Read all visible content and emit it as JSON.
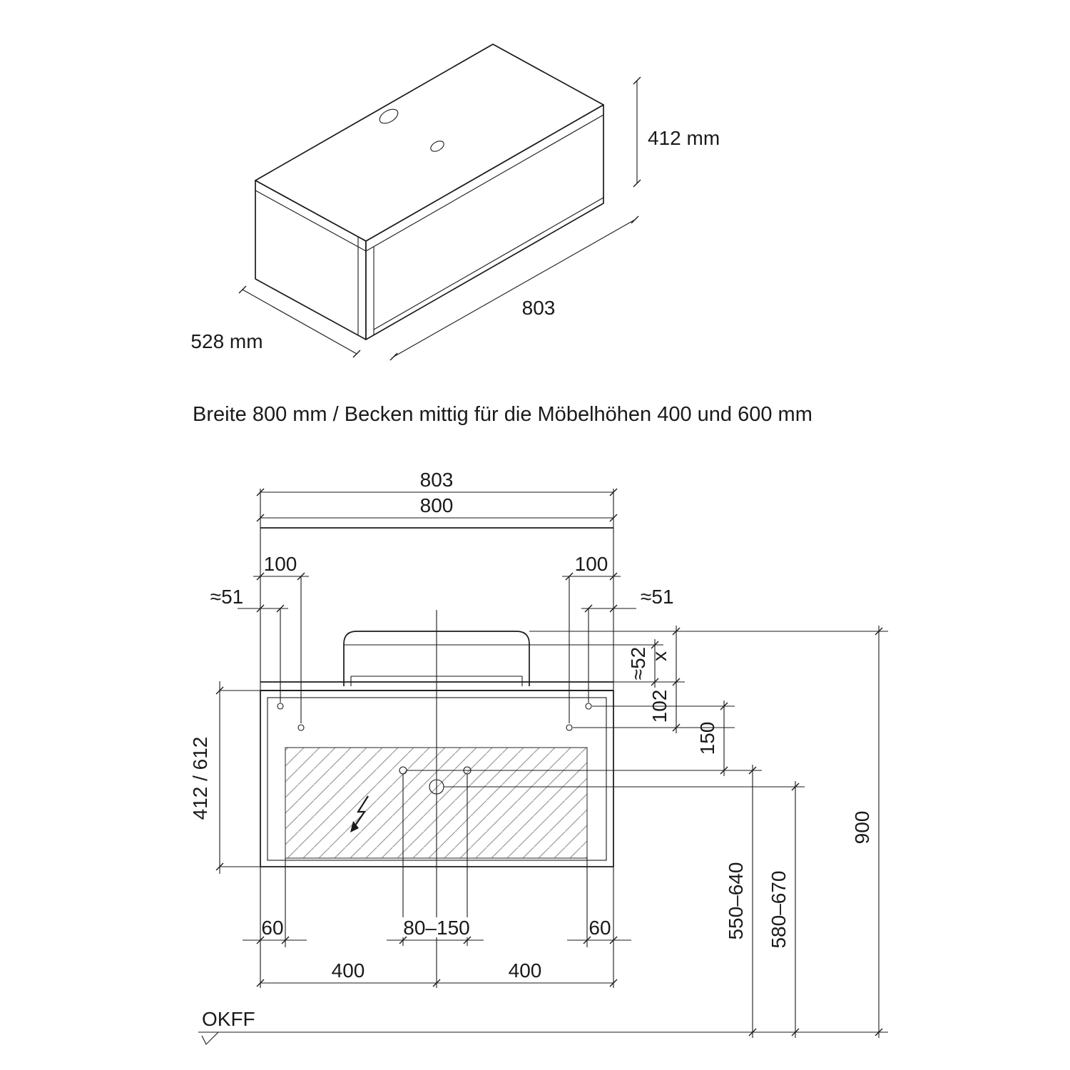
{
  "iso": {
    "height": "412 mm",
    "width": "803",
    "depth": "528 mm"
  },
  "subtitle": "Breite 800 mm / Becken mittig für die Möbelhöhen 400 und 600 mm",
  "front": {
    "total_width": "803",
    "body_width": "800",
    "offset_left": "100",
    "offset_right": "100",
    "edge_left": "≈51",
    "edge_right": "≈51",
    "rim": "≈52",
    "basin_x": "x",
    "d102": "102",
    "d150": "150",
    "height": "412 / 612",
    "to_floor": "900",
    "supply": "550–640",
    "drain": "580–670",
    "b60l": "60",
    "b80150": "80–150",
    "b60r": "60",
    "half_l": "400",
    "half_r": "400",
    "okff": "OKFF"
  }
}
